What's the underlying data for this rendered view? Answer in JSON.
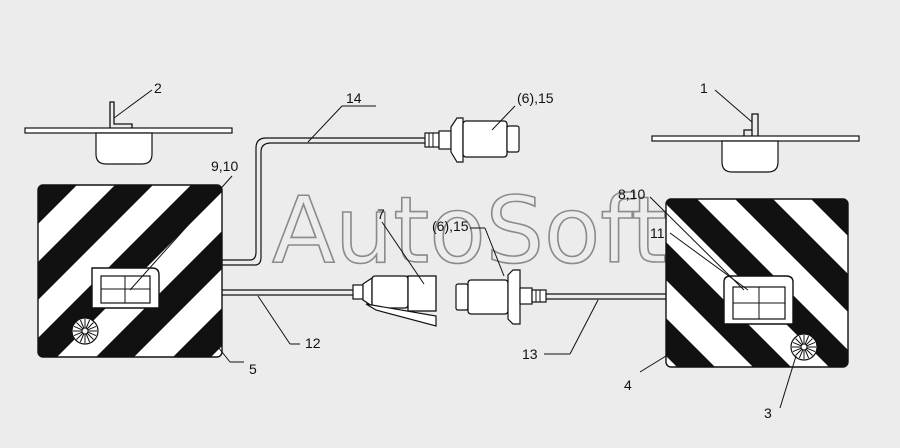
{
  "watermark": "AutoSoft",
  "callouts": [
    {
      "id": "c1",
      "text": "1"
    },
    {
      "id": "c2",
      "text": "2"
    },
    {
      "id": "c3",
      "text": "3"
    },
    {
      "id": "c4",
      "text": "4"
    },
    {
      "id": "c5",
      "text": "5"
    },
    {
      "id": "c7",
      "text": "7"
    },
    {
      "id": "c9_10",
      "text": "9,10"
    },
    {
      "id": "c8_10",
      "text": "8,10"
    },
    {
      "id": "c11",
      "text": "11"
    },
    {
      "id": "c12",
      "text": "12"
    },
    {
      "id": "c13",
      "text": "13"
    },
    {
      "id": "c14",
      "text": "14"
    },
    {
      "id": "c6_15_top",
      "text": "(6),15"
    },
    {
      "id": "c6_15_mid",
      "text": "(6),15"
    }
  ],
  "colors": {
    "background": "#ececec",
    "ink": "#111111",
    "stripe": "#111111",
    "watermark": "#6a6a6a"
  }
}
